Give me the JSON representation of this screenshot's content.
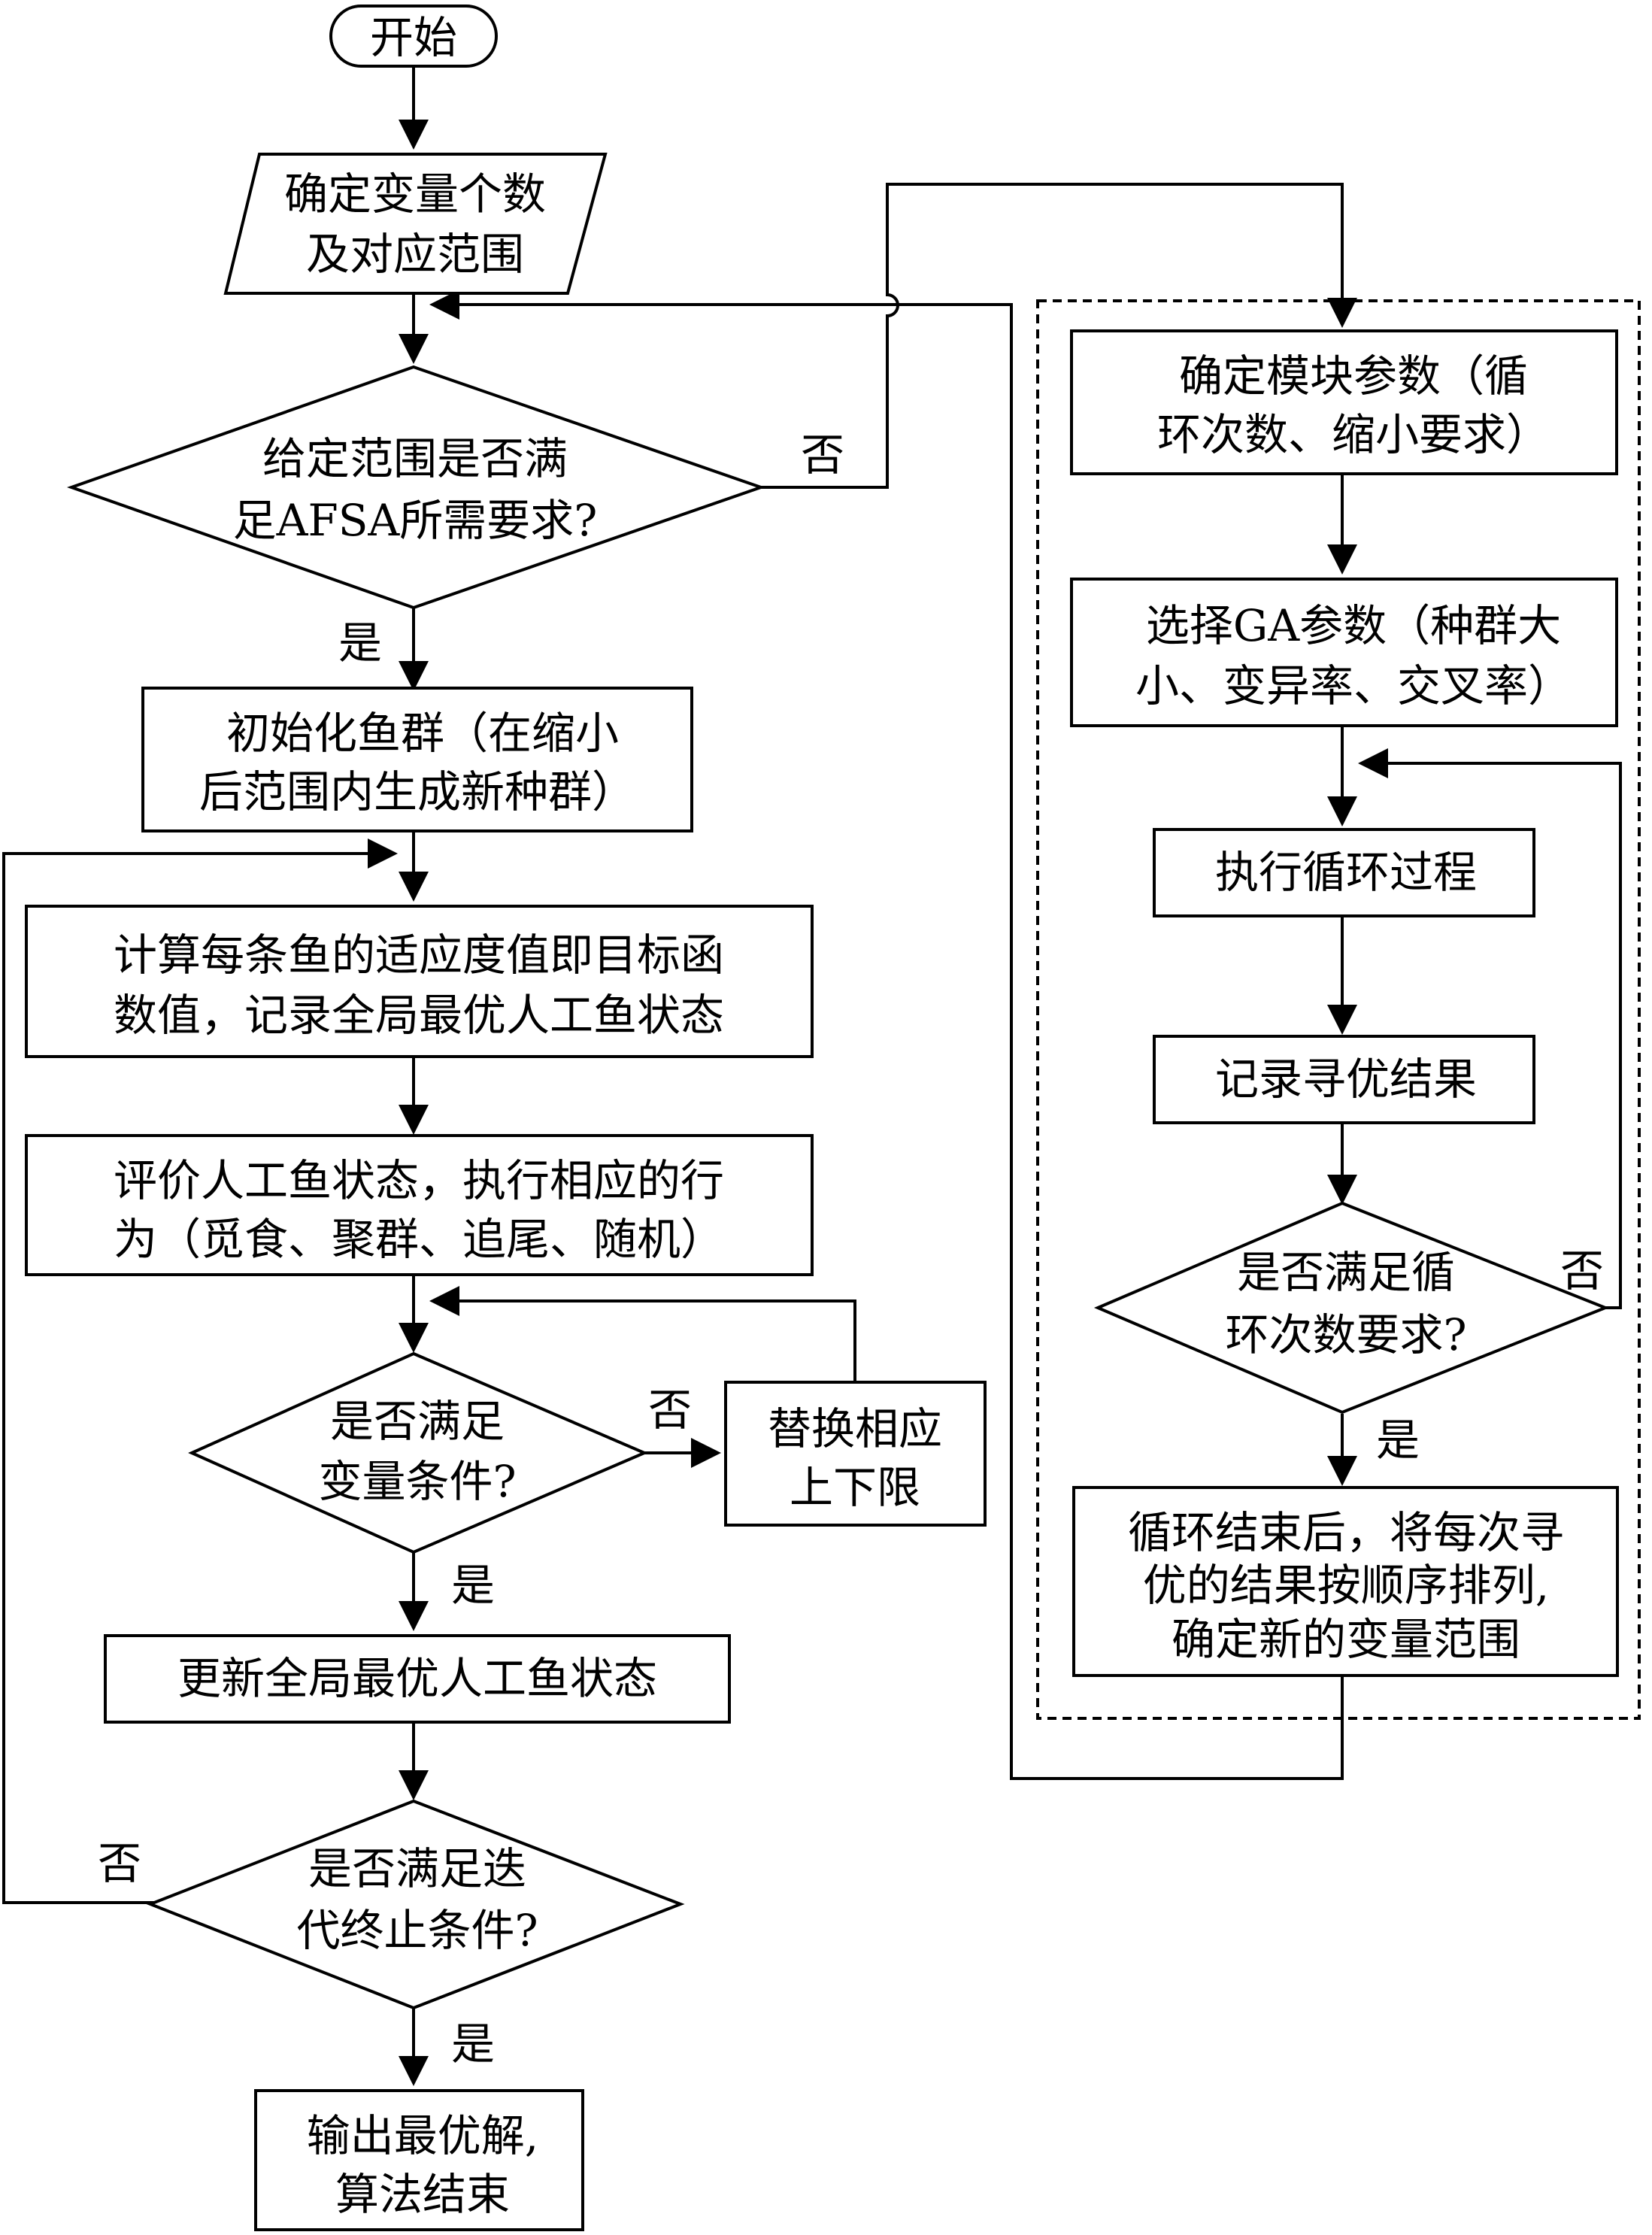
{
  "nodes": {
    "start": "开始",
    "define_vars": [
      "确定变量个数",
      "及对应范围"
    ],
    "range_check": [
      "给定范围是否满",
      "足AFSA所需要求?"
    ],
    "init_fish": [
      "初始化鱼群（在缩小",
      "后范围内生成新种群）"
    ],
    "calc_fitness": [
      "计算每条鱼的适应度值即目标函",
      "数值，记录全局最优人工鱼状态"
    ],
    "evaluate": [
      "评价人工鱼状态，执行相应的行",
      "为（觅食、聚群、追尾、随机）"
    ],
    "var_check": [
      "是否满足",
      "变量条件?"
    ],
    "replace_bounds": [
      "替换相应",
      "上下限"
    ],
    "update_best": "更新全局最优人工鱼状态",
    "iter_check": [
      "是否满足迭",
      "代终止条件?"
    ],
    "output": [
      "输出最优解,",
      "算法结束"
    ],
    "module_params": [
      "确定模块参数（循",
      "环次数、缩小要求）"
    ],
    "ga_params": [
      "选择GA参数（种群大",
      "小、变异率、交叉率）"
    ],
    "run_loop": "执行循环过程",
    "record_result": "记录寻优结果",
    "loop_check": [
      "是否满足循",
      "环次数要求?"
    ],
    "finalize_range": [
      "循环结束后，将每次寻",
      "优的结果按顺序排列,",
      "确定新的变量范围"
    ]
  },
  "labels": {
    "yes": "是",
    "no": "否"
  }
}
